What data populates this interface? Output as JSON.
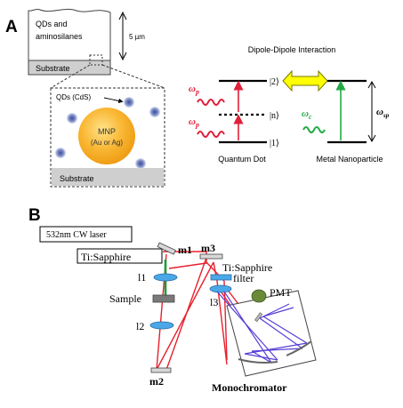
{
  "panel_a": {
    "letter": "A",
    "sample": {
      "layer_line1": "QDs and",
      "layer_line2": "aminosilanes",
      "substrate": "Substrate",
      "thickness": "5 µm"
    },
    "zoom": {
      "qd_label": "QDs (CdS)",
      "mnp_line1": "MNP",
      "mnp_line2": "(Au or Ag)",
      "substrate": "Substrate"
    },
    "energy": {
      "title": "Dipole-Dipole Interaction",
      "state2": "|2⟩",
      "staten": "|n⟩",
      "state1": "|1⟩",
      "omega_p_top": "ω",
      "omega_p_top_sub": "p",
      "omega_p_bottom": "ω",
      "omega_p_bottom_sub": "p",
      "omega_c": "ω",
      "omega_c_sub": "c",
      "omega_sp": "ω",
      "omega_sp_sub": "sp",
      "qd_caption": "Quantum Dot",
      "np_caption": "Metal Nanoparticle"
    },
    "colors": {
      "gold": "#f7a928",
      "qd_blue": "#5566aa",
      "excite_red": "#e0203a",
      "emit_green": "#22aa44",
      "arrow_yellow": "#ffff00"
    }
  },
  "panel_b": {
    "letter": "B",
    "laser_box": "532nm CW laser",
    "ti_sapphire": "Ti:Sapphire",
    "m1": "m1",
    "m3": "m3",
    "filter_line1": "Ti:Sapphire",
    "filter_line2": "filter",
    "l1": "l1",
    "sample": "Sample",
    "l2": "l2",
    "l3": "l3",
    "pmt": "PMT",
    "m2": "m2",
    "monochromator": "Monochromator",
    "colors": {
      "beam_red": "#e8202c",
      "beam_green": "#1f9a3a",
      "beam_purple": "#5a3fd6",
      "lens_blue": "#4aa8e8",
      "pmt_green": "#6a8a3a"
    }
  }
}
